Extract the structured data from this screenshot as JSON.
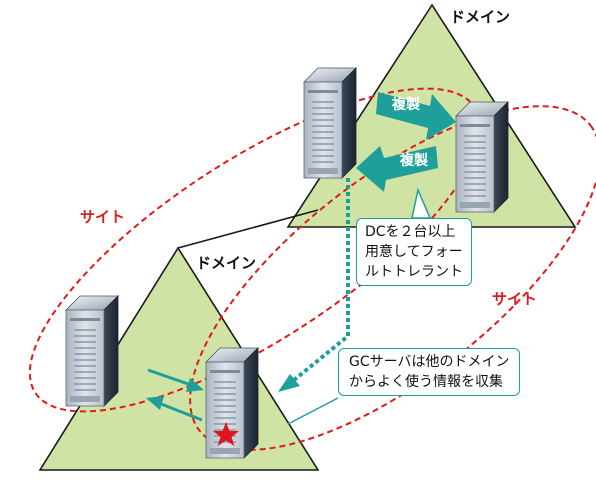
{
  "domains": [
    {
      "label": "ドメイン"
    },
    {
      "label": "ドメイン"
    }
  ],
  "sites": [
    {
      "label": "サイト"
    },
    {
      "label": "サイト"
    }
  ],
  "replication": {
    "label_top": "複製",
    "label_bottom": "複製"
  },
  "callout_dc": {
    "lines": [
      "DCを２台以上",
      "用意してフォー",
      "ルトトレラント"
    ]
  },
  "callout_gc": {
    "lines": [
      "GCサーバは他のドメイン",
      "からよく使う情報を収集"
    ]
  },
  "colors": {
    "triangle_fill": "#cfe3a4",
    "site_ellipse": "#e11a1a",
    "accent_arrow": "#1f9f9a",
    "star": "#e0141e"
  },
  "icons": {
    "server": "server-tower-icon",
    "star": "star-icon"
  }
}
